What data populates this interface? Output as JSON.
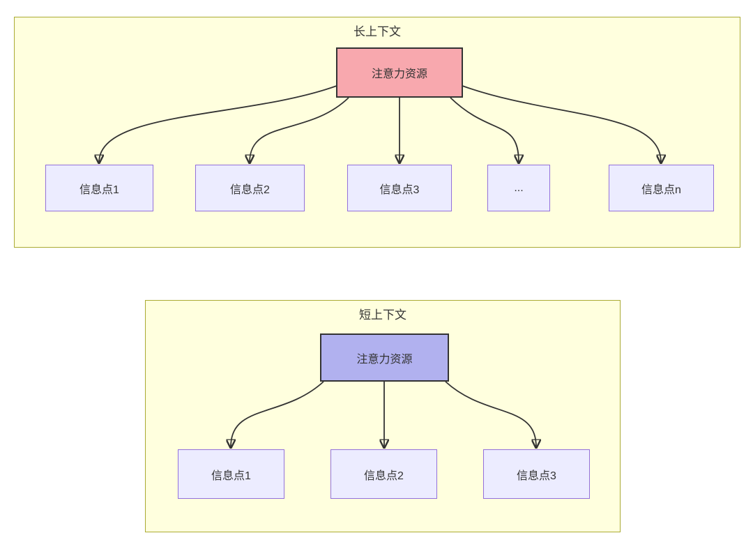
{
  "long_context": {
    "title": "长上下文",
    "attention_label": "注意力资源",
    "info_points": [
      "信息点1",
      "信息点2",
      "信息点3",
      "...",
      "信息点n"
    ]
  },
  "short_context": {
    "title": "短上下文",
    "attention_label": "注意力资源",
    "info_points": [
      "信息点1",
      "信息点2",
      "信息点3"
    ]
  },
  "colors": {
    "page_background": "#ffffff",
    "cluster_fill": "#ffffde",
    "cluster_border": "#aaaa33",
    "info_node_fill": "#ececff",
    "info_node_border": "#9370db",
    "attention_long_fill": "#f8a8ae",
    "attention_short_fill": "#b1b1ef",
    "attention_border": "#333333",
    "arrow_color": "#333333",
    "text_color": "#333333"
  }
}
